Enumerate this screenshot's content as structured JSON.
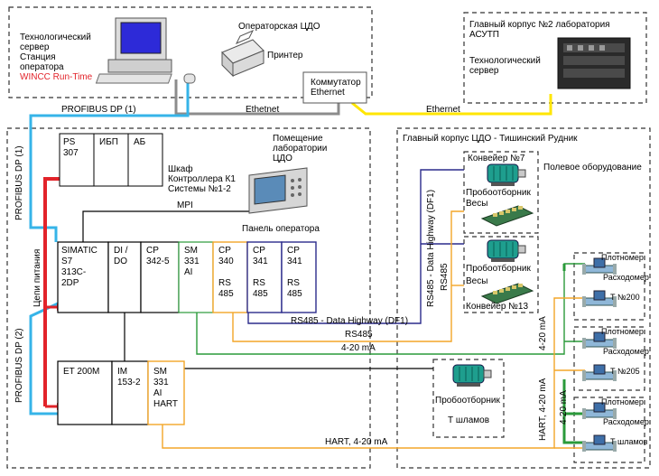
{
  "colors": {
    "profibus": "#36b4e8",
    "ethernet_yellow": "#ffe600",
    "ethernet_gray": "#8c8c8c",
    "power": "#e2232a",
    "rs485_orange": "#f3a628",
    "green_420": "#2a9a3a",
    "df1_blue": "#2c2c8c",
    "black": "#000000",
    "wincc_red": "#e2232a",
    "motor_teal": "#1e9e8e"
  },
  "operator_room": {
    "title": "Операторская ЦДО",
    "server_lines": [
      "Технологический",
      "сервер",
      "Станция",
      "оператора",
      "WINCC Run-Time"
    ],
    "printer": "Принтер",
    "switch_lines": [
      "Коммутатор",
      "Ethernet"
    ]
  },
  "main_building_2": {
    "title_lines": [
      "Главный корпус №2 лаборатория",
      "АСУТП"
    ],
    "server_lines": [
      "Технологический",
      "сервер"
    ]
  },
  "links": {
    "ethernet_left": "Ethetnet",
    "ethernet_right": "Ethernet",
    "profibus_1_top": "PROFIBUS DP (1)",
    "profibus_1_vertical": "PROFIBUS DP (1)",
    "profibus_2_vertical": "PROFIBUS DP (2)",
    "power_circuits": "Цепи питания",
    "mpi": "MPI",
    "rs485_df1_bottom": "RS485 - Data Highway (DF1)",
    "rs485": "RS485",
    "ma_420": "4-20 mA",
    "hart_420": "HART, 4-20 mA",
    "rs485_df1_vertical": "RS485 - Data Highway (DF1)",
    "rs485_vertical": "RS485",
    "ma_420_vertical_1": "4-20 mA",
    "hart_420_vertical": "HART, 4-20 mA",
    "ma_420_vertical_2": "4-20 mA"
  },
  "lab_room": {
    "title_lines": [
      "Помещение",
      "лаборатории",
      "ЦДО"
    ],
    "cabinet_modules": [
      {
        "lines": [
          "PS",
          "307"
        ]
      },
      {
        "lines": [
          "ИБП"
        ]
      },
      {
        "lines": [
          "АБ"
        ]
      }
    ],
    "cabinet_label_lines": [
      "Шкаф",
      "Контроллера К1",
      "Системы №1-2"
    ],
    "operator_panel": "Панель оператора",
    "rack_modules": [
      {
        "lines": [
          "SIMATIC",
          "S7",
          "313C-",
          "2DP"
        ]
      },
      {
        "lines": [
          "DI /",
          "DO"
        ]
      },
      {
        "lines": [
          "CP",
          "342-5"
        ]
      },
      {
        "lines": [
          "SM",
          "331",
          "AI"
        ]
      },
      {
        "lines": [
          "CP",
          "340",
          "",
          "RS",
          "485"
        ]
      },
      {
        "lines": [
          "CP",
          "341",
          "",
          "RS",
          "485"
        ]
      },
      {
        "lines": [
          "CP",
          "341",
          "",
          "RS",
          "485"
        ]
      }
    ],
    "et_modules": [
      {
        "lines": [
          "ET 200M"
        ]
      },
      {
        "lines": [
          "IM",
          "153-2"
        ]
      },
      {
        "lines": [
          "SM",
          "331",
          "AI",
          "HART"
        ]
      }
    ]
  },
  "field_area": {
    "title": "Главный корпус  ЦДО - Тишинский Рудник",
    "field_equipment": "Полевое оборудование",
    "conveyor_7": {
      "header": "Конвейер №7",
      "sampler": "Пробоотборник",
      "scales": "Весы"
    },
    "conveyor_13": {
      "sampler": "Пробоотборник",
      "scales": "Весы",
      "footer": "Конвейер №13"
    },
    "sampler_t": {
      "sampler": "Пробоотборник",
      "label": "Т шламов"
    },
    "instrument_groups": [
      {
        "density": "Плотномер",
        "flow": "Расходомер",
        "tag": "Т №200"
      },
      {
        "density": "Плотномер",
        "flow": "Расходомер",
        "tag": "Т №205"
      },
      {
        "density": "Плотномер",
        "flow": "Расходомер",
        "tag": "Т шламов"
      }
    ]
  }
}
